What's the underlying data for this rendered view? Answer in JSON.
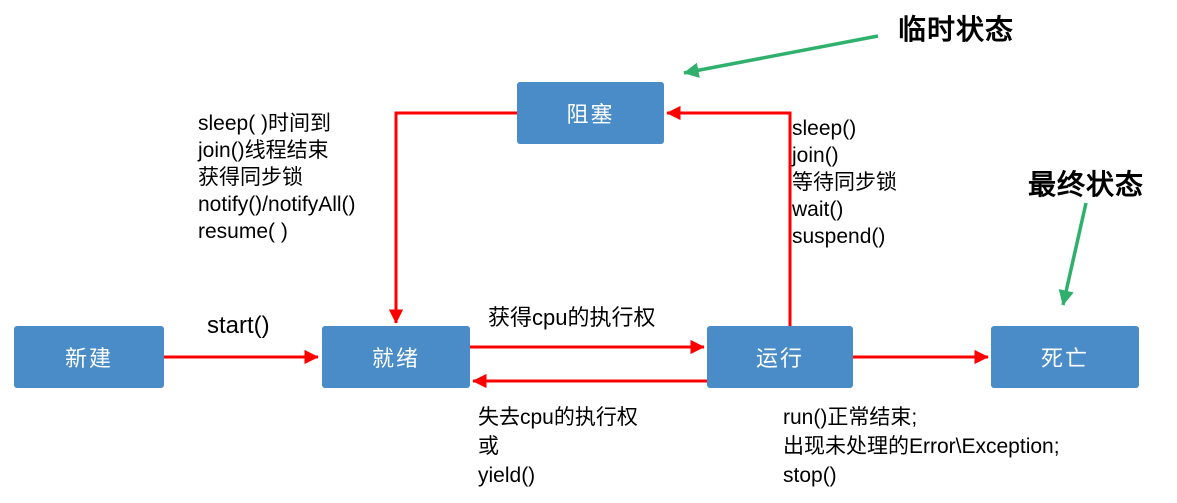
{
  "colors": {
    "node_fill": "#4A8CC7",
    "node_text": "#FFFFFF",
    "arrow_red": "#FE0000",
    "arrow_green": "#2FB16D",
    "text": "#000000"
  },
  "nodes": {
    "new": "新建",
    "ready": "就绪",
    "running": "运行",
    "blocked": "阻塞",
    "dead": "死亡"
  },
  "labels": {
    "temp_state": "临时状态",
    "final_state": "最终状态",
    "start": "start()",
    "gain_cpu": "获得cpu的执行权"
  },
  "notes": {
    "blocked_to_ready": [
      "sleep( )时间到",
      "join()线程结束",
      "获得同步锁",
      "notify()/notifyAll()",
      "resume( )"
    ],
    "running_to_blocked": [
      "sleep()",
      "join()",
      "等待同步锁",
      "wait()",
      "suspend()"
    ],
    "lose_cpu": [
      "失去cpu的执行权",
      "或",
      "yield()"
    ],
    "to_dead": [
      "run()正常结束;",
      "出现未处理的Error\\Exception;",
      "stop()"
    ]
  }
}
